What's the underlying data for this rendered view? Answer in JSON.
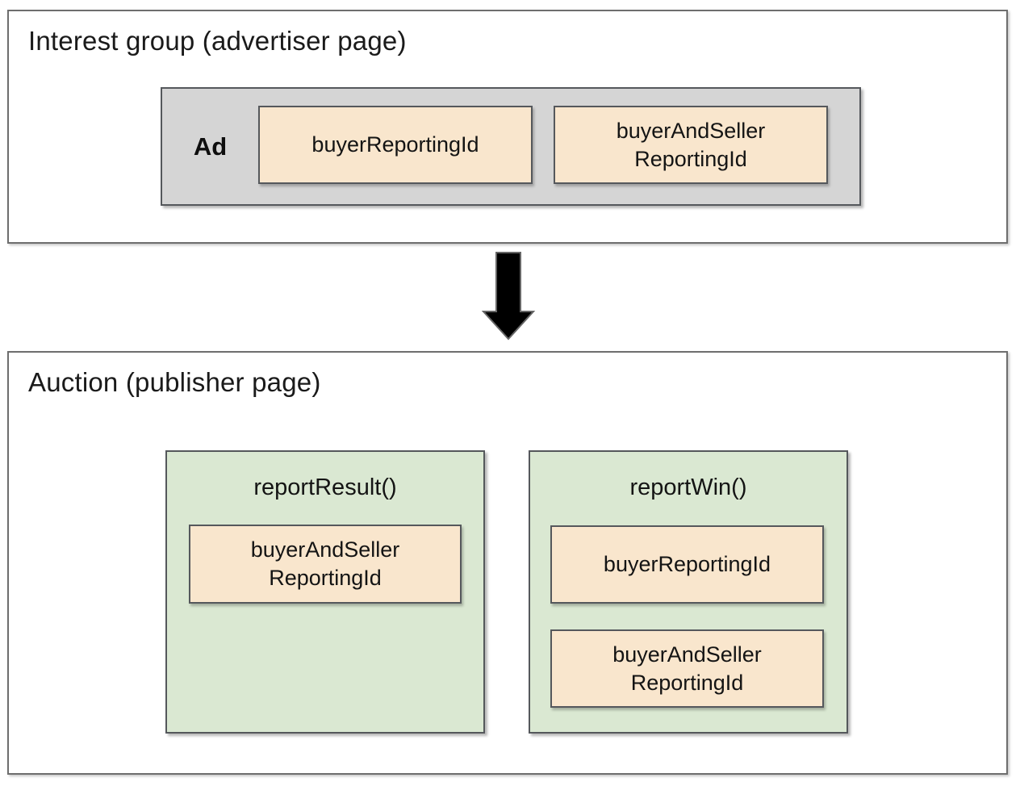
{
  "interest_group": {
    "title": "Interest group (advertiser page)",
    "ad": {
      "label": "Ad",
      "chips": [
        "buyerReportingId",
        "buyerAndSeller\nReportingId"
      ]
    }
  },
  "flow_arrow_icon": "down-arrow",
  "auction": {
    "title": "Auction (publisher page)",
    "functions": [
      {
        "name": "reportResult()",
        "chips": [
          "buyerAndSeller\nReportingId"
        ]
      },
      {
        "name": "reportWin()",
        "chips": [
          "buyerReportingId",
          "buyerAndSeller\nReportingId"
        ]
      }
    ]
  },
  "colors": {
    "gray-fill": "#d5d5d5",
    "peach-fill": "#f9e6cd",
    "green-fill": "#dae8d2",
    "outer-border": "#6e6e6e",
    "inner-border": "#55585c",
    "arrow-fill": "#000000",
    "text": "#1a1a1a"
  }
}
